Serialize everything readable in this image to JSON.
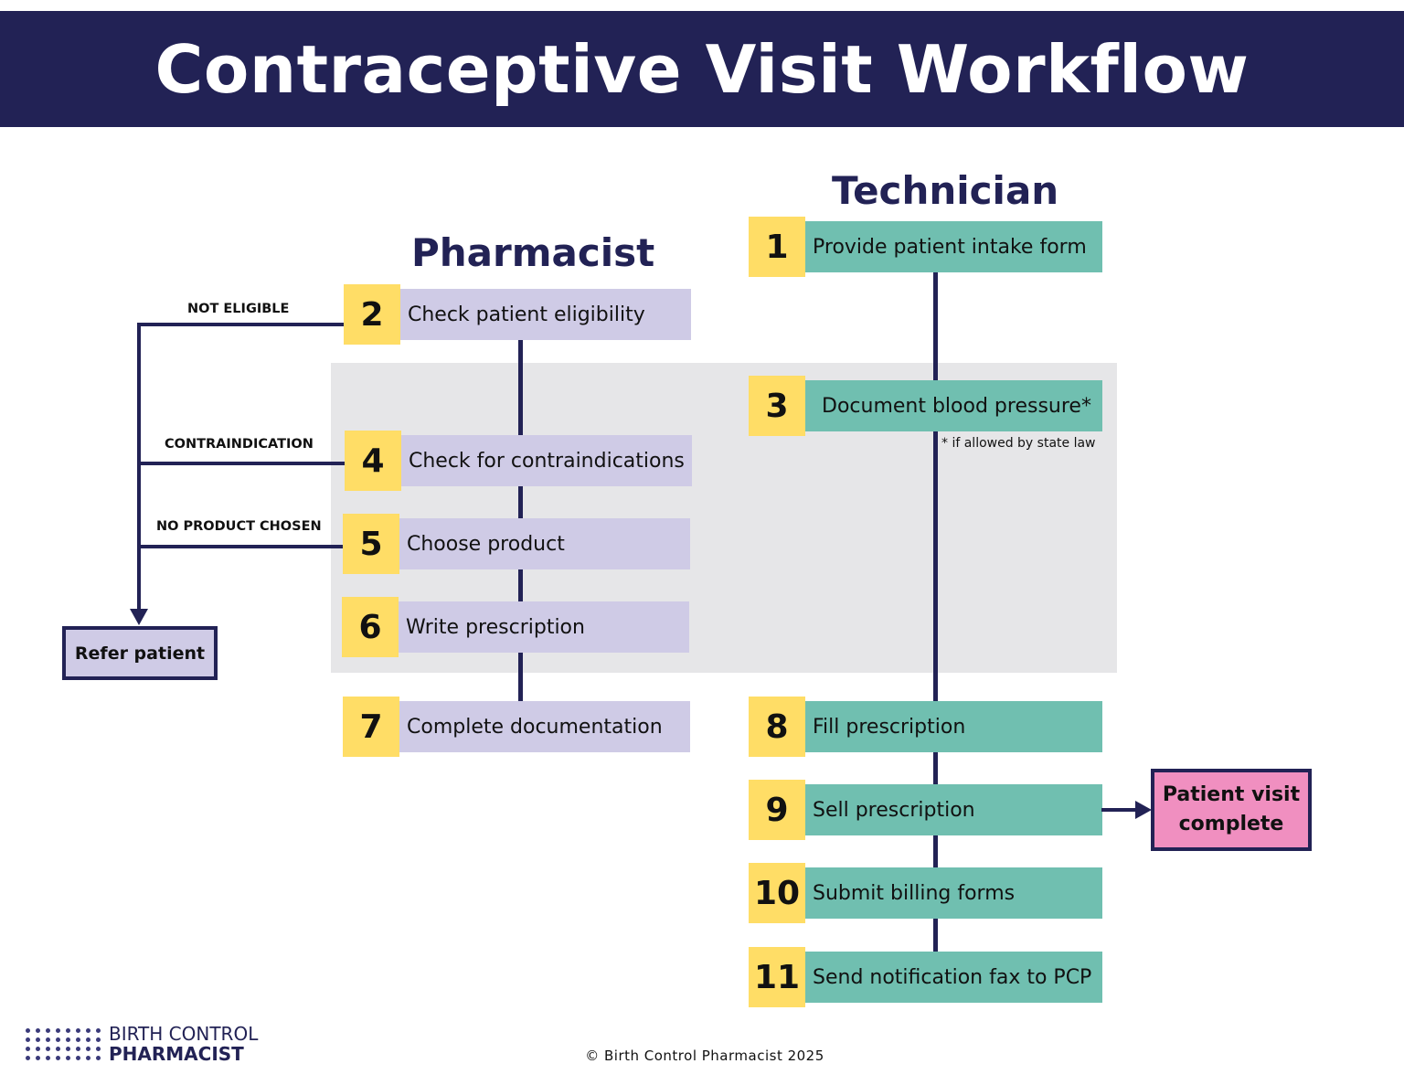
{
  "title": "Contraceptive Visit Workflow",
  "columns": {
    "pharmacist": "Pharmacist",
    "technician": "Technician"
  },
  "pharmacist_steps": [
    {
      "number": "2",
      "label": "Check patient eligibility"
    },
    {
      "number": "4",
      "label": "Check for contraindications"
    },
    {
      "number": "5",
      "label": "Choose product"
    },
    {
      "number": "6",
      "label": "Write prescription"
    },
    {
      "number": "7",
      "label": "Complete documentation"
    }
  ],
  "technician_steps": [
    {
      "number": "1",
      "label": "Provide patient intake form"
    },
    {
      "number": "3",
      "label": "Document blood pressure*"
    },
    {
      "number": "8",
      "label": "Fill prescription"
    },
    {
      "number": "9",
      "label": "Sell prescription"
    },
    {
      "number": "10",
      "label": "Submit billing forms"
    },
    {
      "number": "11",
      "label": "Send notification fax to PCP"
    }
  ],
  "edge_labels": {
    "not_eligible": "NOT ELIGIBLE",
    "contraindication": "CONTRAINDICATION",
    "no_product": "NO PRODUCT CHOSEN"
  },
  "footnote": "* if allowed by state law",
  "outcomes": {
    "refer": "Refer patient",
    "complete_line1": "Patient visit",
    "complete_line2": "complete"
  },
  "logo": {
    "line1": "BIRTH CONTROL",
    "line2": "PHARMACIST"
  },
  "copyright": "© Birth Control Pharmacist 2025",
  "colors": {
    "navy": "#222255",
    "number_yellow": "#ffdd66",
    "pharmacist_lavender": "#cfcbe6",
    "technician_teal": "#70bfb0",
    "complete_pink": "#f08fc0",
    "shaded_region": "#e6e6e8"
  }
}
